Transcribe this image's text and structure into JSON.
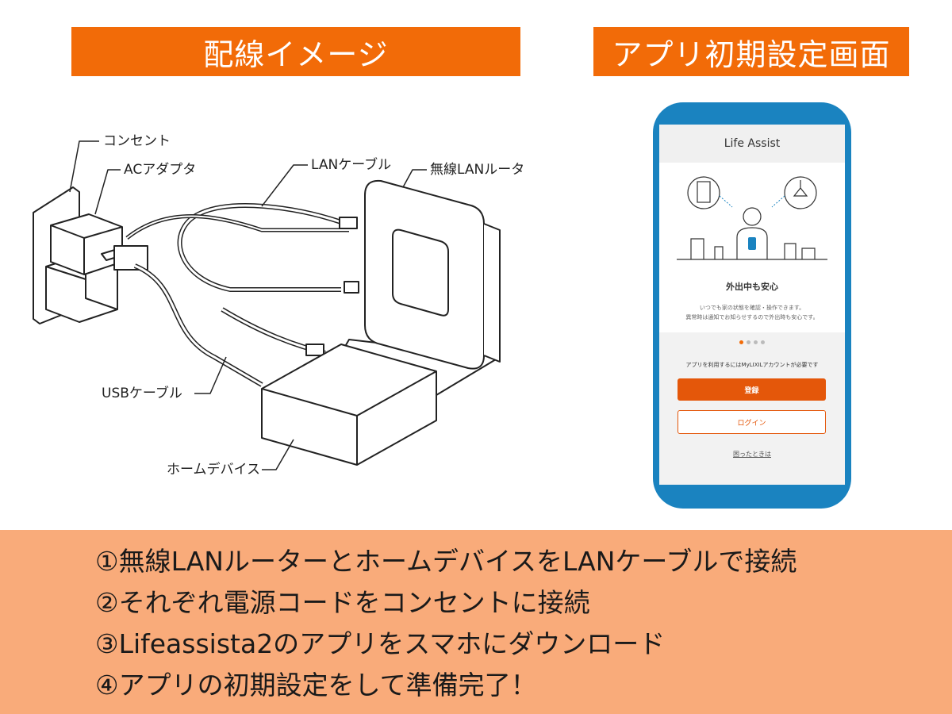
{
  "headers": {
    "wiring": "配線イメージ",
    "app_setup": "アプリ初期設定画面"
  },
  "diagram_labels": {
    "outlet": "コンセント",
    "ac_adapter": "ACアダプタ",
    "lan_cable": "LANケーブル",
    "wireless_router": "無線LANルータ",
    "usb_cable": "USBケーブル",
    "home_device": "ホームデバイス"
  },
  "phone": {
    "app_title": "Life Assist",
    "feature_title": "外出中も安心",
    "desc_line1": "いつでも家の状態を確認・操作できます。",
    "desc_line2": "異常時は通知でお知らせするので外出時も安心です。",
    "carousel_active_index": 0,
    "carousel_count": 4,
    "account_note": "アプリを利用するにはMyLIXILアカウントが必要です",
    "register_button": "登録",
    "login_button": "ログイン",
    "help_link": "困ったときは",
    "accent_color": "#e4570a"
  },
  "steps": [
    "①無線LANルーターとホームデバイスをLANケーブルで接続",
    "②それぞれ電源コードをコンセントに接続",
    "③Lifeassista2のアプリをスマホにダウンロード",
    "④アプリの初期設定をして準備完了！"
  ],
  "colors": {
    "header_bg": "#f26b08",
    "steps_bg": "#f9ab7a",
    "phone_frame": "#1a83c0"
  }
}
